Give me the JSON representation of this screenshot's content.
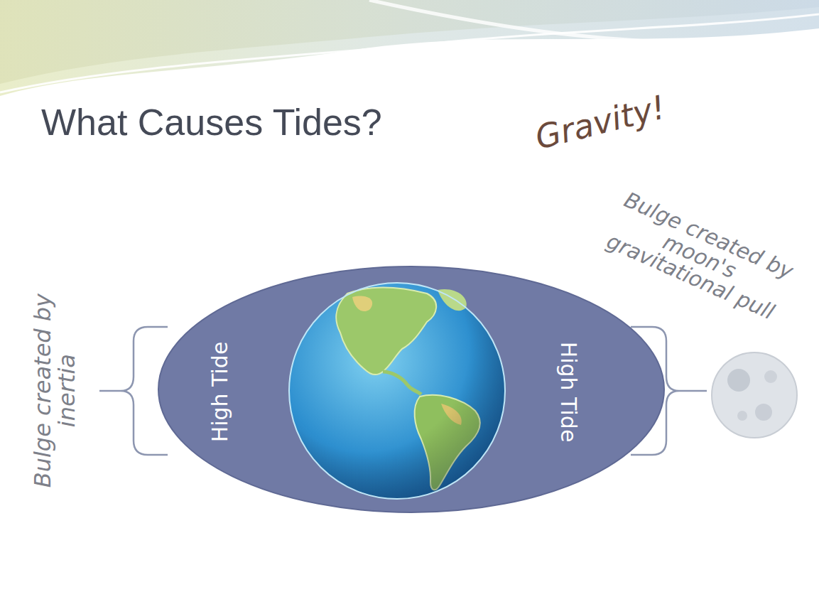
{
  "diagram": {
    "title": "What Causes Tides?",
    "nodes": [
      {
        "text": [
          "High Tide",
          "High Tide"
        ]
      }
    ],
    "labels": [
      "Gravity!",
      "Bulge created by inertia",
      "Bulge created by moon's gravitational pull"
    ]
  }
}
